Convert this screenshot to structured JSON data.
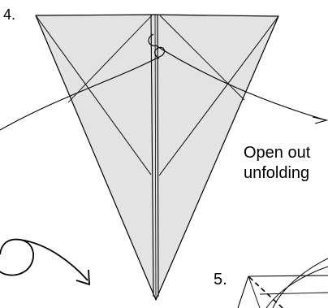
{
  "steps": {
    "step4": {
      "label": "4."
    },
    "step5": {
      "label": "5."
    }
  },
  "instruction": {
    "line1": "Open out",
    "line2": "unfolding"
  },
  "colors": {
    "paper_fill": "#e3e3e3",
    "line": "#000000",
    "background": "#ffffff"
  },
  "symbols": {
    "turn_over": "turn-over-arrow-icon",
    "open_out": "open-out-arrow-icon",
    "valley_fold": "dashed-valley-fold-line"
  }
}
